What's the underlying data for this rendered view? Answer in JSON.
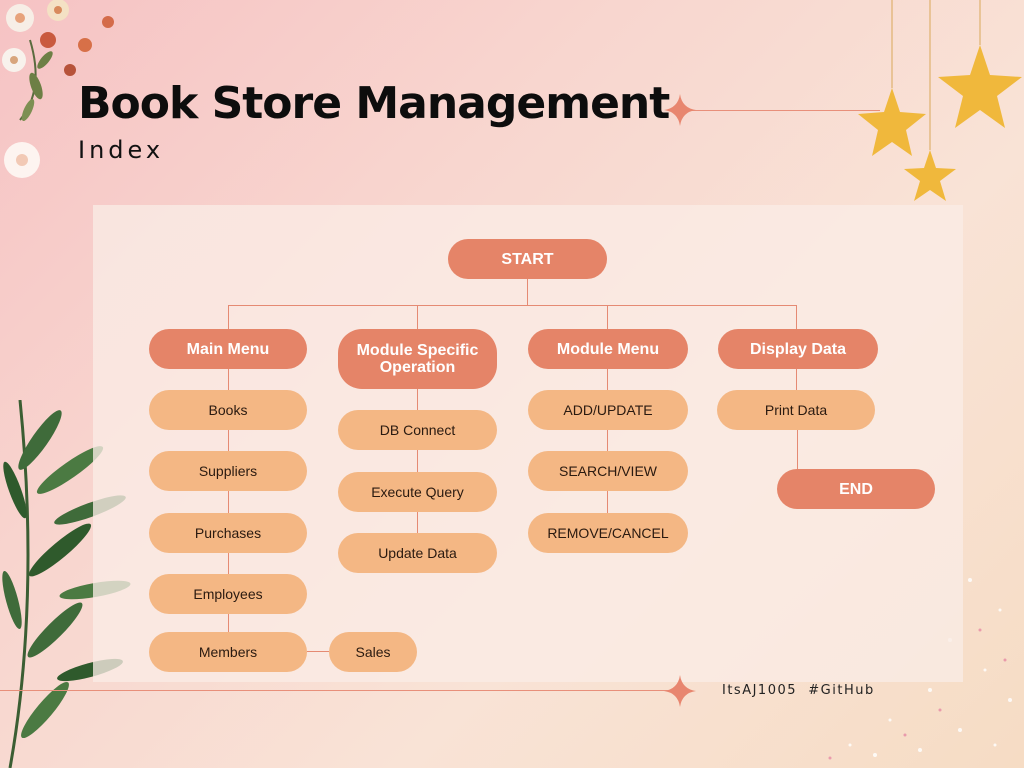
{
  "header": {
    "title": "Book Store Management",
    "subtitle": "Index"
  },
  "flowchart": {
    "start": "START",
    "end": "END",
    "columns": [
      {
        "heading": "Main Menu",
        "items": [
          "Books",
          "Suppliers",
          "Purchases",
          "Employees",
          "Members"
        ]
      },
      {
        "heading": "Module Specific Operation",
        "items": [
          "DB Connect",
          "Execute Query",
          "Update Data"
        ]
      },
      {
        "heading": "Module Menu",
        "items": [
          "ADD/UPDATE",
          "SEARCH/VIEW",
          "REMOVE/CANCEL"
        ]
      },
      {
        "heading": "Display Data",
        "items": [
          "Print Data"
        ]
      }
    ],
    "side_item": "Sales"
  },
  "footer": {
    "credit": "ItsAJ1005  #GitHub"
  },
  "colors": {
    "heading_node": "#e58468",
    "item_node": "#f4b784",
    "connector": "#e58a73",
    "accent_line": "#e88f7a",
    "star": "#f0b83c"
  },
  "icons": [
    "flower-decoration",
    "leaf-decoration",
    "star-icon",
    "sparkle-icon",
    "glitter-decoration"
  ]
}
